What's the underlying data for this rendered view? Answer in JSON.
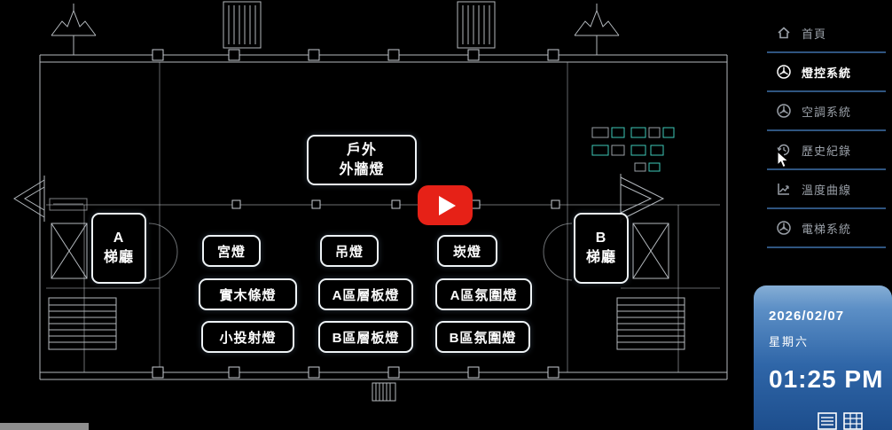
{
  "colors": {
    "background": "#000000",
    "plan_line": "#c7cdd2",
    "teal_label": "#3ec9b9",
    "accent_underline": "#2f5580",
    "active_text": "#ffffff",
    "inactive_text": "#9aa0a8",
    "play_button_red": "#e62117",
    "clock_card_top": "#86aed5",
    "clock_card_bottom": "#1d4e8d"
  },
  "video": {
    "overlay": "play-button",
    "progress_bar": "visible"
  },
  "sidebar": {
    "items": [
      {
        "id": "home",
        "label": "首頁",
        "icon": "home-icon",
        "active": false
      },
      {
        "id": "lighting",
        "label": "燈控系統",
        "icon": "fan-icon",
        "active": true
      },
      {
        "id": "hvac",
        "label": "空調系統",
        "icon": "fan-icon",
        "active": false
      },
      {
        "id": "history",
        "label": "歷史紀錄",
        "icon": "history-icon",
        "active": false
      },
      {
        "id": "temperature",
        "label": "溫度曲線",
        "icon": "chart-icon",
        "active": false
      },
      {
        "id": "elevator",
        "label": "電梯系統",
        "icon": "fan-icon",
        "active": false
      }
    ]
  },
  "clock": {
    "date": "2026/02/07",
    "weekday": "星期六",
    "time": "01:25 PM",
    "icons": [
      "list-icon",
      "grid-icon"
    ]
  },
  "floorplan": {
    "outdoor_button": {
      "line1": "戶外",
      "line2": "外牆燈"
    },
    "hall_a": {
      "line1": "A",
      "line2": "梯廳"
    },
    "hall_b": {
      "line1": "B",
      "line2": "梯廳"
    },
    "light_buttons": [
      {
        "id": "gong-light",
        "label": "宮燈"
      },
      {
        "id": "chandelier",
        "label": "吊燈"
      },
      {
        "id": "recessed",
        "label": "崁燈"
      },
      {
        "id": "wood-strip",
        "label": "實木條燈"
      },
      {
        "id": "a-shelf",
        "label": "A區層板燈"
      },
      {
        "id": "a-ambient",
        "label": "A區氛圍燈"
      },
      {
        "id": "small-spot",
        "label": "小投射燈"
      },
      {
        "id": "b-shelf",
        "label": "B區層板燈"
      },
      {
        "id": "b-ambient",
        "label": "B區氛圍燈"
      }
    ]
  }
}
